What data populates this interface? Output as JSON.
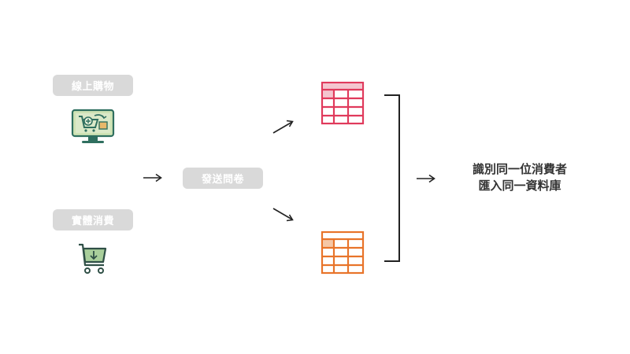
{
  "sources": [
    {
      "label": "線上購物",
      "icon": "computer-shopping-cart-icon"
    },
    {
      "label": "實體消費",
      "icon": "shopping-cart-icon"
    }
  ],
  "process": {
    "label": "發送問卷"
  },
  "tables": [
    {
      "icon": "table-icon",
      "color": "#e03a5c",
      "highlight": "#f4c5cf"
    },
    {
      "icon": "table-icon",
      "color": "#e8742a",
      "highlight": "#f5c7a6"
    }
  ],
  "result": {
    "line1": "識別同一位消費者",
    "line2": "匯入同一資料庫"
  }
}
